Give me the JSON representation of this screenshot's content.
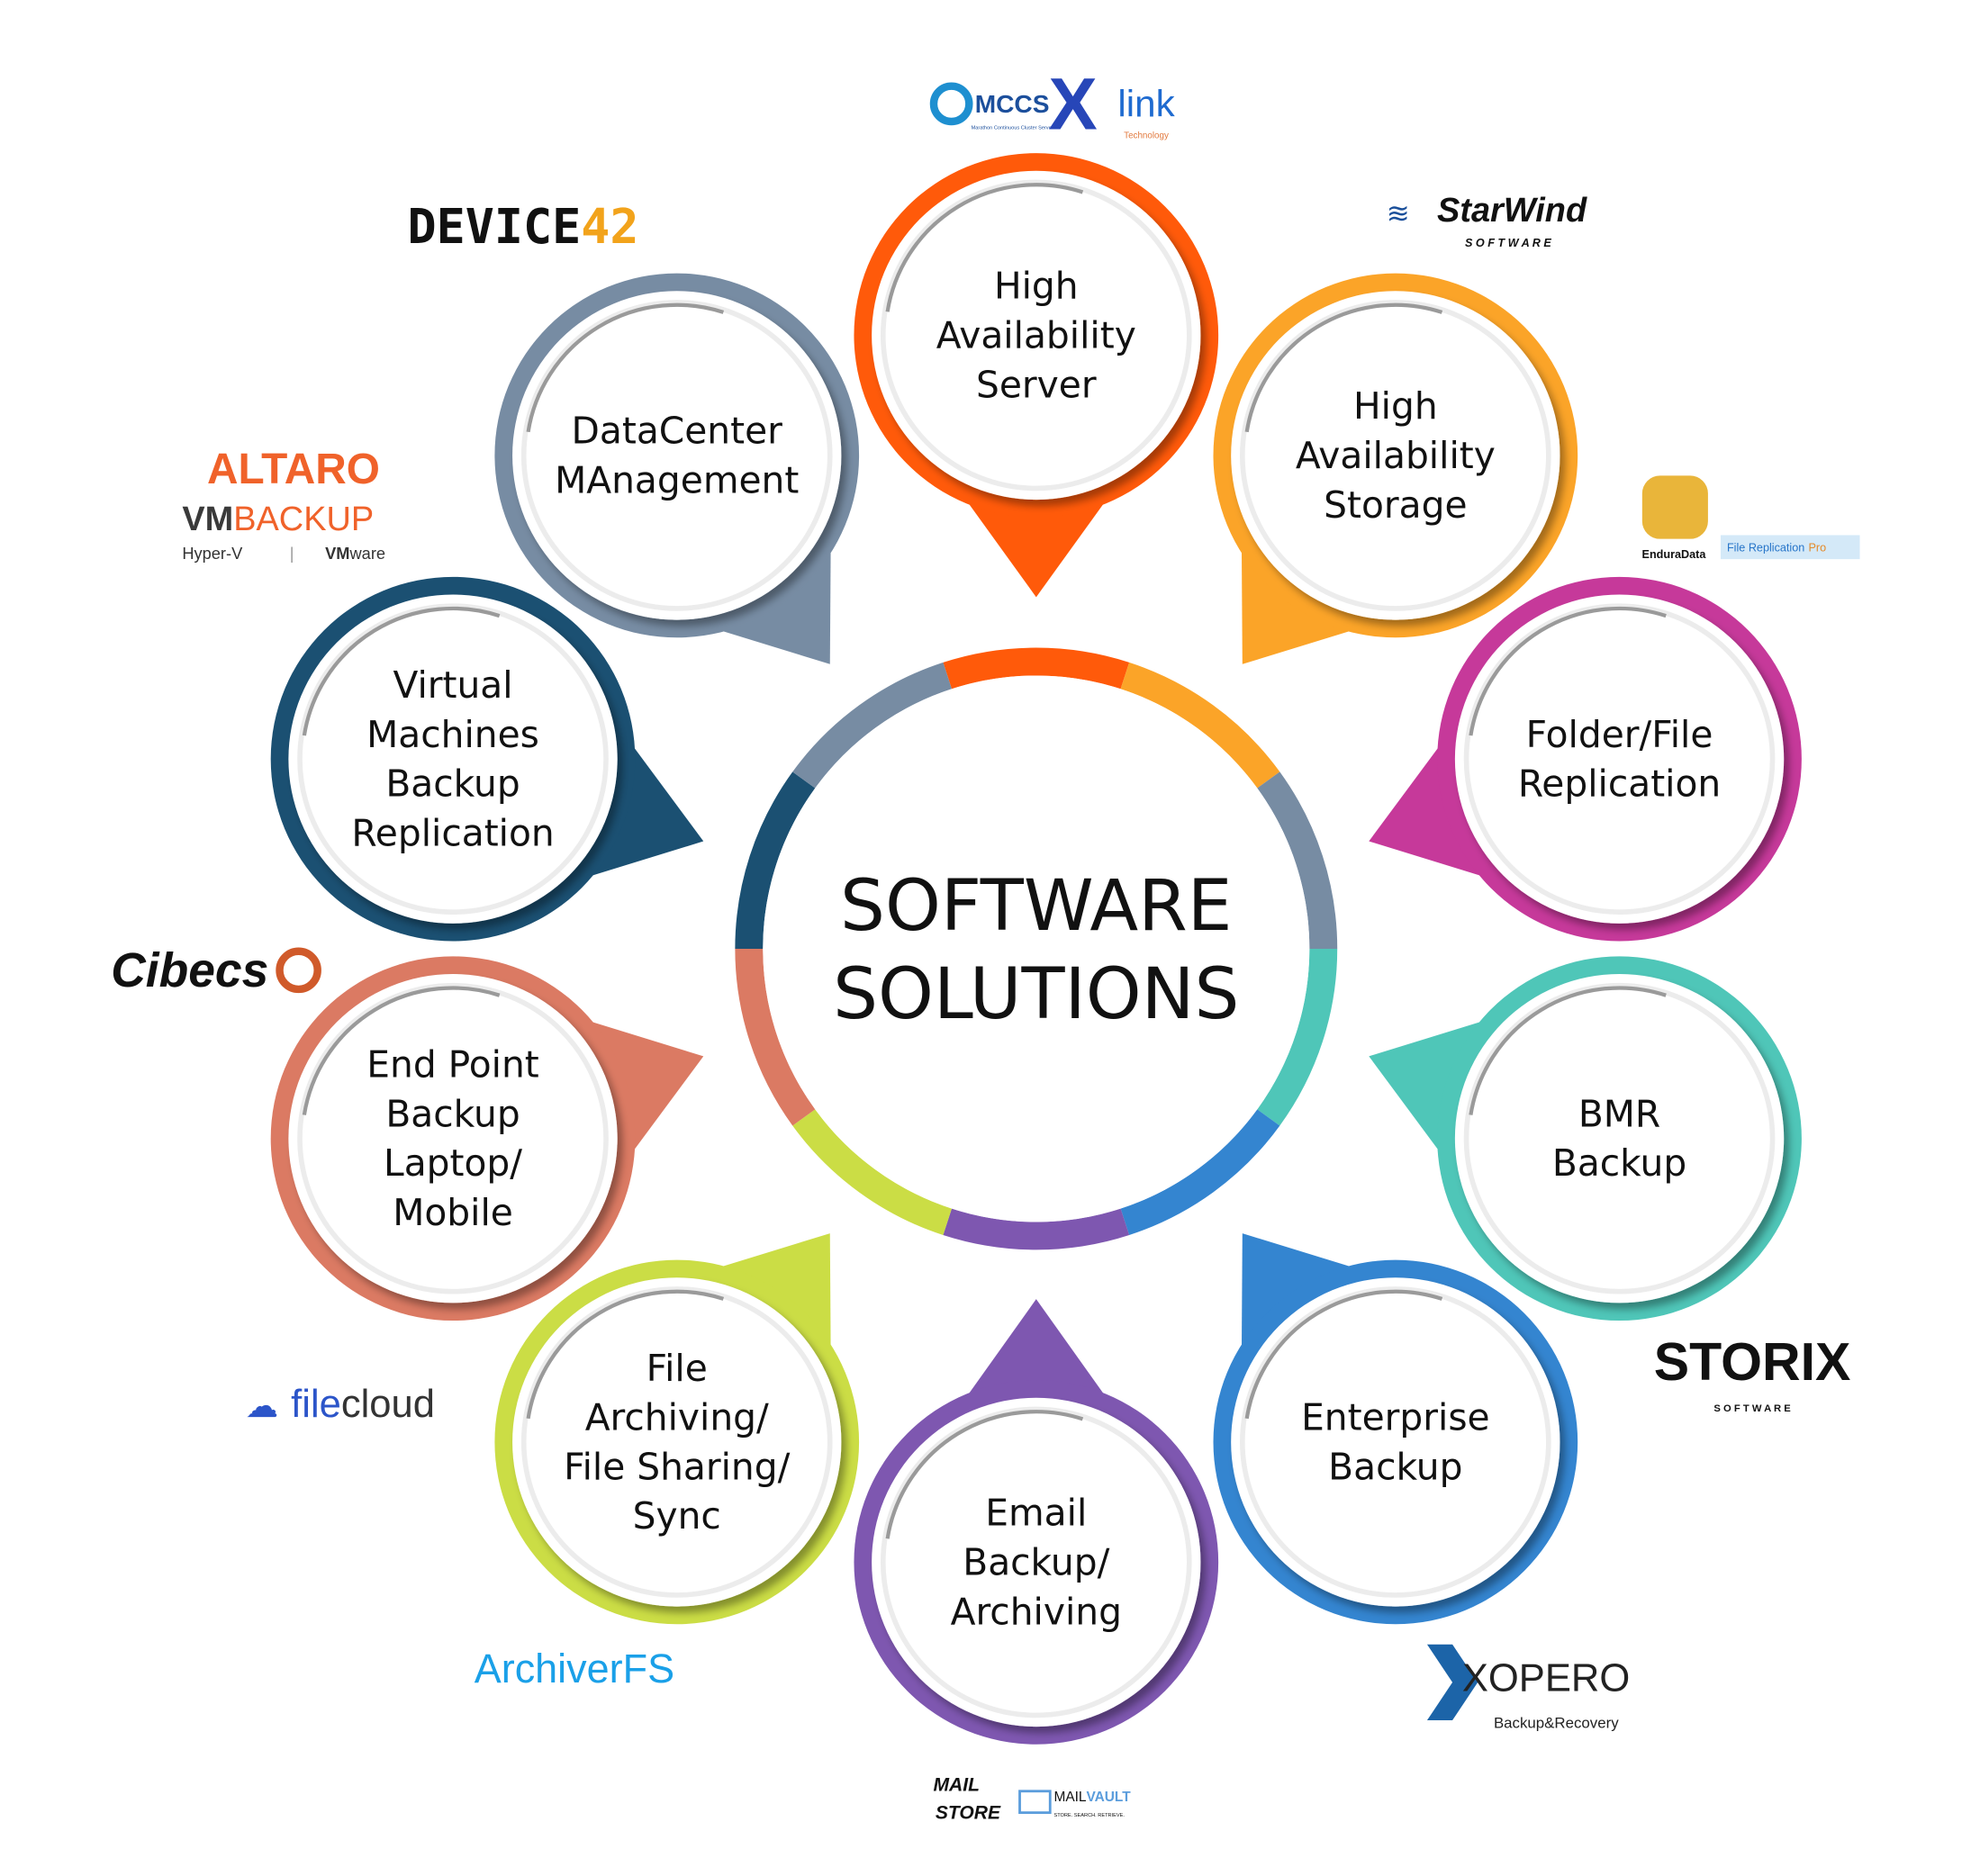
{
  "center": {
    "line1": "SOFTWARE",
    "line2": "SOLUTIONS"
  },
  "bubbles": [
    {
      "id": "high-availability-server",
      "lines": [
        "High",
        "Availability",
        "Server"
      ],
      "color": "#FF5A0A"
    },
    {
      "id": "high-availability-storage",
      "lines": [
        "High",
        "Availability",
        "Storage"
      ],
      "color": "#FBA428"
    },
    {
      "id": "folder-file-replication",
      "lines": [
        "Folder/File",
        "Replication"
      ],
      "color": "#C6399A"
    },
    {
      "id": "bmr-backup",
      "lines": [
        "BMR",
        "Backup"
      ],
      "color": "#4FC6B8"
    },
    {
      "id": "enterprise-backup",
      "lines": [
        "Enterprise",
        "Backup"
      ],
      "color": "#3485D0"
    },
    {
      "id": "email-backup-archiving",
      "lines": [
        "Email",
        "Backup/",
        "Archiving"
      ],
      "color": "#7E57B0"
    },
    {
      "id": "file-archiving-sharing-sync",
      "lines": [
        "File",
        "Archiving/",
        "File Sharing/",
        "Sync"
      ],
      "color": "#CBDD45"
    },
    {
      "id": "end-point-backup",
      "lines": [
        "End Point",
        "Backup",
        "Laptop/",
        "Mobile"
      ],
      "color": "#DB7A63"
    },
    {
      "id": "virtual-machines-backup",
      "lines": [
        "Virtual",
        "Machines",
        "Backup",
        "Replication"
      ],
      "color": "#1B5072"
    },
    {
      "id": "datacenter-management",
      "lines": [
        "DataCenter",
        "MAnagement"
      ],
      "color": "#778CA3"
    }
  ],
  "ring_colors": [
    "#FF5A0A",
    "#FBA428",
    "#778CA3",
    "#4FC6B8",
    "#3485D0",
    "#7E57B0",
    "#CBDD45",
    "#DB7A63",
    "#1B5072",
    "#778CA3"
  ],
  "logos": {
    "mccs": {
      "name": "MCCS",
      "sub": "Marathon Continuous Cluster Server"
    },
    "xlink": {
      "name": "link",
      "prefix": "X",
      "sub": "Technology"
    },
    "starwind": {
      "name": "StarWind",
      "sub": "S O F T W A R E"
    },
    "enduradata": {
      "name": "EnduraData"
    },
    "filereplicationpro": {
      "name": "File Replication",
      "suffix": "Pro"
    },
    "storix": {
      "name": "STORIX",
      "sub": "S O F T W A R E"
    },
    "xopero": {
      "name": "XOPERO",
      "sub": "Backup&Recovery"
    },
    "mailstore": {
      "line1": "MAIL",
      "line2": "STORE"
    },
    "mailvault": {
      "name1": "MAIL",
      "name2": "VAULT",
      "sub": "STORE. SEARCH. RETRIEVE."
    },
    "archiverfs": {
      "name": "ArchiverFS"
    },
    "filecloud": {
      "name1": "file",
      "name2": "cloud"
    },
    "cibecs": {
      "name": "Cibecs"
    },
    "altaro": {
      "name": "ALTARO",
      "vm": "VM",
      "backup": "BACKUP",
      "hyperv": "Hyper-V",
      "sep": "|",
      "vmware1": "VM",
      "vmware2": "ware"
    },
    "device42": {
      "name1": "DEVICE",
      "name2": "42"
    }
  }
}
